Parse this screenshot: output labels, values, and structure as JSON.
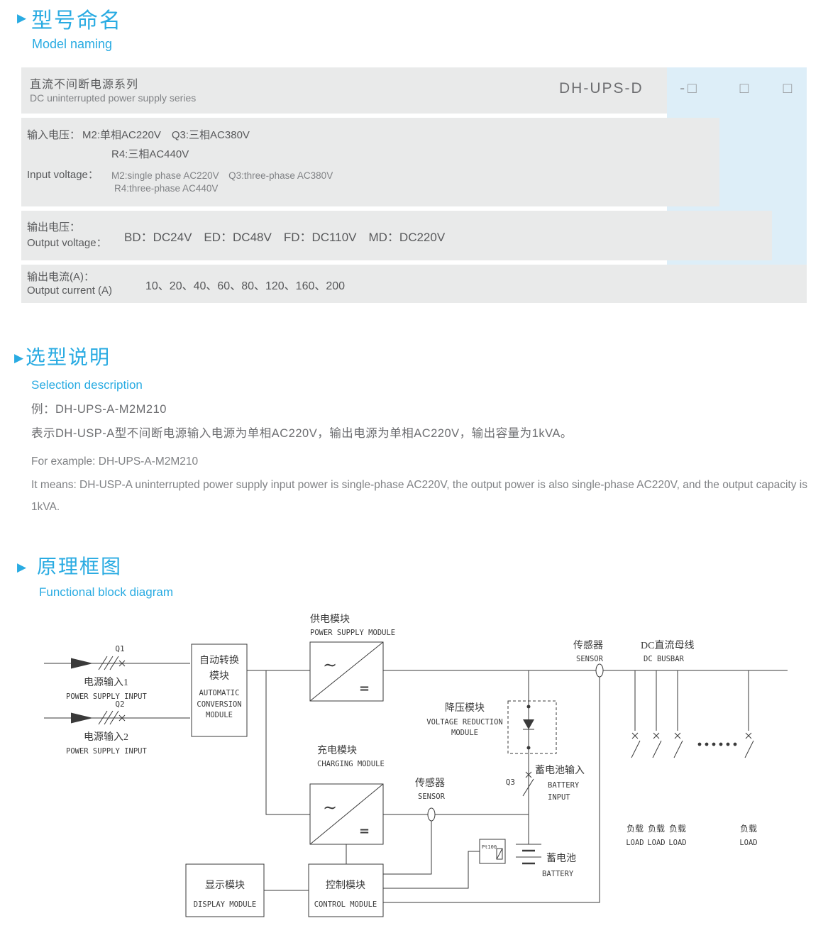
{
  "ui": {
    "bullet": "▶"
  },
  "colors": {
    "accent": "#29abe2",
    "row_gray": "#e9eaea",
    "band_blue": "#ddeef8",
    "text_gray": "#6d6e71",
    "line": "#3a3a3a"
  },
  "model_naming": {
    "title_zh": "型号命名",
    "title_en": "Model naming",
    "row1": {
      "zh": "直流不间断电源系列",
      "en": "DC uninterrupted power supply series",
      "model_code": "DH-UPS-D",
      "box1": "-□",
      "box2": "□",
      "box3": "□"
    },
    "row2": {
      "label_zh": "输入电压：",
      "zh_line1": "M2:单相AC220V　Q3:三相AC380V",
      "zh_line2": "R4:三相AC440V",
      "label_en": "Input voltage：",
      "en_line1": "M2:single phase AC220V　Q3:three-phase AC380V",
      "en_line2": "R4:three-phase AC440V"
    },
    "row3": {
      "label_zh": "输出电压：",
      "label_en": "Output voltage：",
      "value": "BD：DC24V　ED：DC48V　FD：DC110V　MD：DC220V"
    },
    "row4": {
      "label_zh": "输出电流(A)：",
      "label_en": "Output current (A)",
      "value": "10、20、40、60、80、120、160、200"
    }
  },
  "selection": {
    "title_zh": "选型说明",
    "title_en": "Selection description",
    "example_zh": "例：DH-UPS-A-M2M210",
    "desc_zh": "表示DH-USP-A型不间断电源输入电源为单相AC220V，输出电源为单相AC220V，输出容量为1kVA。",
    "example_en": "For example: DH-UPS-A-M2M210",
    "desc_en": "It means: DH-USP-A uninterrupted power supply input power is single-phase AC220V, the output power is also single-phase AC220V, and the output capacity is 1kVA."
  },
  "diagram": {
    "title_zh": "原理框图",
    "title_en": "Functional block diagram",
    "q1": "Q1",
    "q2": "Q2",
    "q3": "Q3",
    "input1_zh": "电源输入1",
    "input1_en": "POWER SUPPLY INPUT",
    "input2_zh": "电源输入2",
    "input2_en": "POWER SUPPLY INPUT",
    "conv_zh1": "自动转换",
    "conv_zh2": "模块",
    "conv_en1": "AUTOMATIC",
    "conv_en2": "CONVERSION",
    "conv_en3": "MODULE",
    "psm_zh": "供电模块",
    "psm_en": "POWER SUPPLY MODULE",
    "chg_zh": "充电模块",
    "chg_en": "CHARGING MODULE",
    "sensor1_zh": "传感器",
    "sensor1_en": "SENSOR",
    "sensor2_zh": "传感器",
    "sensor2_en": "SENSOR",
    "busbar_zh": "DC直流母线",
    "busbar_en": "DC BUSBAR",
    "vrm_zh": "降压模块",
    "vrm_en1": "VOLTAGE REDUCTION",
    "vrm_en2": "MODULE",
    "batin_zh": "蓄电池输入",
    "batin_en1": "BATTERY",
    "batin_en2": "INPUT",
    "bat_zh": "蓄电池",
    "bat_en": "BATTERY",
    "pt100": "Pt100",
    "disp_zh": "显示模块",
    "disp_en": "DISPLAY MODULE",
    "ctrl_zh": "控制模块",
    "ctrl_en": "CONTROL MODULE",
    "ac_symbol": "∼",
    "dc_symbol": "=",
    "loads": [
      {
        "zh": "负载",
        "en": "LOAD"
      },
      {
        "zh": "负载",
        "en": "LOAD"
      },
      {
        "zh": "负载",
        "en": "LOAD"
      },
      {
        "zh": "负载",
        "en": "LOAD"
      }
    ]
  }
}
